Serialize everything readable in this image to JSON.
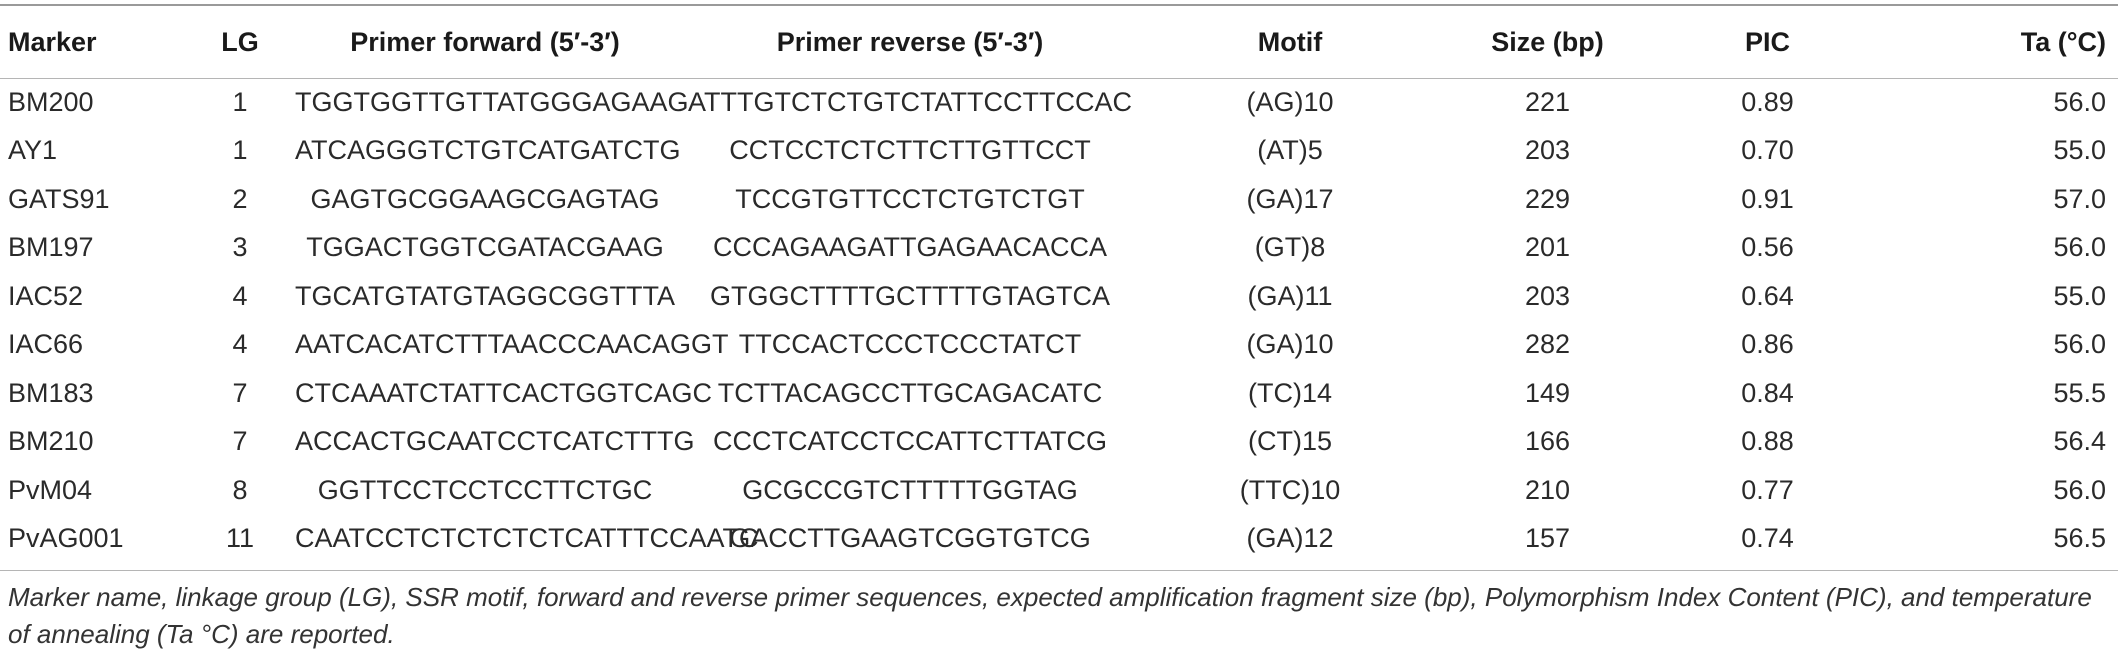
{
  "table": {
    "headers": [
      "Marker",
      "LG",
      "Primer forward (5′-3′)",
      "Primer reverse (5′-3′)",
      "Motif",
      "Size (bp)",
      "PIC",
      "Ta (°C)"
    ],
    "rows": [
      [
        "BM200",
        "1",
        "TGGTGGTTGTTATGGGAGAAG",
        "ATTTGTCTCTGTCTATTCCTTCCAC",
        "(AG)10",
        "221",
        "0.89",
        "56.0"
      ],
      [
        "AY1",
        "1",
        "ATCAGGGTCTGTCATGATCTG",
        "CCTCCTCTCTTCTTGTTCCT",
        "(AT)5",
        "203",
        "0.70",
        "55.0"
      ],
      [
        "GATS91",
        "2",
        "GAGTGCGGAAGCGAGTAG",
        "TCCGTGTTCCTCTGTCTGT",
        "(GA)17",
        "229",
        "0.91",
        "57.0"
      ],
      [
        "BM197",
        "3",
        "TGGACTGGTCGATACGAAG",
        "CCCAGAAGATTGAGAACACCA",
        "(GT)8",
        "201",
        "0.56",
        "56.0"
      ],
      [
        "IAC52",
        "4",
        "TGCATGTATGTAGGCGGTTTA",
        "GTGGCTTTTGCTTTTGTAGTCA",
        "(GA)11",
        "203",
        "0.64",
        "55.0"
      ],
      [
        "IAC66",
        "4",
        "AATCACATCTTTAACCCAACAGGT",
        "TTCCACTCCCTCCCTATCT",
        "(GA)10",
        "282",
        "0.86",
        "56.0"
      ],
      [
        "BM183",
        "7",
        "CTCAAATCTATTCACTGGTCAGC",
        "TCTTACAGCCTTGCAGACATC",
        "(TC)14",
        "149",
        "0.84",
        "55.5"
      ],
      [
        "BM210",
        "7",
        "ACCACTGCAATCCTCATCTTTG",
        "CCCTCATCCTCCATTCTTATCG",
        "(CT)15",
        "166",
        "0.88",
        "56.4"
      ],
      [
        "PvM04",
        "8",
        "GGTTCCTCCTCCTTCTGC",
        "GCGCCGTCTTTTTGGTAG",
        "(TTC)10",
        "210",
        "0.77",
        "56.0"
      ],
      [
        "PvAG001",
        "11",
        "CAATCCTCTCTCTCTCATTTCCAATC",
        "GACCTTGAAGTCGGTGTCG",
        "(GA)12",
        "157",
        "0.74",
        "56.5"
      ]
    ]
  },
  "caption": "Marker name, linkage group (LG), SSR motif, forward and reverse primer sequences, expected amplification fragment size (bp), Polymorphism Index Content (PIC), and temperature of annealing (Ta °C) are reported."
}
